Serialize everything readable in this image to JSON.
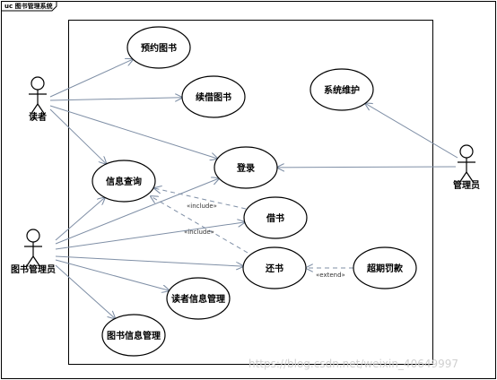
{
  "frame": {
    "title": "uc 图书管理系统"
  },
  "actors": [
    {
      "id": "reader",
      "label": "读者"
    },
    {
      "id": "librarian",
      "label": "图书管理员"
    },
    {
      "id": "admin",
      "label": "管理员"
    }
  ],
  "use_cases": [
    {
      "id": "reserve",
      "label": "预约图书"
    },
    {
      "id": "renew",
      "label": "续借图书"
    },
    {
      "id": "maintain",
      "label": "系统维护"
    },
    {
      "id": "login",
      "label": "登录"
    },
    {
      "id": "query",
      "label": "信息查询"
    },
    {
      "id": "borrow",
      "label": "借书"
    },
    {
      "id": "return",
      "label": "还书"
    },
    {
      "id": "fine",
      "label": "超期罚款"
    },
    {
      "id": "reader_mgmt",
      "label": "读者信息管理"
    },
    {
      "id": "book_mgmt",
      "label": "图书信息管理"
    }
  ],
  "associations": [
    {
      "from": "reader",
      "to": "reserve"
    },
    {
      "from": "reader",
      "to": "renew"
    },
    {
      "from": "reader",
      "to": "login"
    },
    {
      "from": "reader",
      "to": "query"
    },
    {
      "from": "librarian",
      "to": "query"
    },
    {
      "from": "librarian",
      "to": "login"
    },
    {
      "from": "librarian",
      "to": "borrow"
    },
    {
      "from": "librarian",
      "to": "return"
    },
    {
      "from": "librarian",
      "to": "reader_mgmt"
    },
    {
      "from": "librarian",
      "to": "book_mgmt"
    },
    {
      "from": "admin",
      "to": "maintain"
    },
    {
      "from": "admin",
      "to": "login"
    }
  ],
  "dependencies": [
    {
      "from": "borrow",
      "to": "query",
      "stereotype": "«include»"
    },
    {
      "from": "return",
      "to": "query",
      "stereotype": "«include»"
    },
    {
      "from": "fine",
      "to": "return",
      "stereotype": "«extend»"
    }
  ],
  "watermark": "https://blog.csdn.net/weixin_40649997",
  "colors": {
    "association": "#7f8fa6",
    "dependency": "#7f8fa6",
    "outline": "#000000"
  }
}
